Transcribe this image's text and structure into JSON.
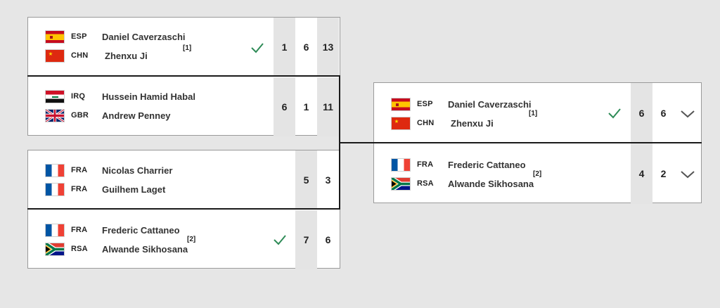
{
  "round1": [
    {
      "team1": {
        "players": [
          {
            "country": "ESP",
            "name": "Daniel Caverzaschi"
          },
          {
            "country": "CHN",
            "name": "Zhenxu Ji"
          }
        ],
        "seed": "[1]",
        "winner": true,
        "scores": [
          "1",
          "6",
          "13"
        ]
      },
      "team2": {
        "players": [
          {
            "country": "IRQ",
            "name": "Hussein Hamid Habal"
          },
          {
            "country": "GBR",
            "name": "Andrew Penney"
          }
        ],
        "scores": [
          "6",
          "1",
          "11"
        ]
      }
    },
    {
      "team1": {
        "players": [
          {
            "country": "FRA",
            "name": "Nicolas Charrier"
          },
          {
            "country": "FRA",
            "name": "Guilhem Laget"
          }
        ],
        "scores": [
          "5",
          "3"
        ]
      },
      "team2": {
        "players": [
          {
            "country": "FRA",
            "name": "Frederic Cattaneo"
          },
          {
            "country": "RSA",
            "name": "Alwande Sikhosana"
          }
        ],
        "seed": "[2]",
        "winner": true,
        "scores": [
          "7",
          "6"
        ]
      }
    }
  ],
  "final": {
    "team1": {
      "players": [
        {
          "country": "ESP",
          "name": "Daniel Caverzaschi"
        },
        {
          "country": "CHN",
          "name": "Zhenxu Ji"
        }
      ],
      "seed": "[1]",
      "winner": true,
      "scores": [
        "6",
        "6"
      ]
    },
    "team2": {
      "players": [
        {
          "country": "FRA",
          "name": "Frederic Cattaneo"
        },
        {
          "country": "RSA",
          "name": "Alwande Sikhosana"
        }
      ],
      "seed": "[2]",
      "scores": [
        "4",
        "2"
      ]
    }
  },
  "colors": {
    "check": "#2e8b57",
    "shade": "#e4e4e4",
    "bracket_line": "#1a1a1a",
    "background": "#e6e6e6"
  },
  "icons": {
    "winner": "check-icon",
    "expand": "chevron-down-icon"
  }
}
